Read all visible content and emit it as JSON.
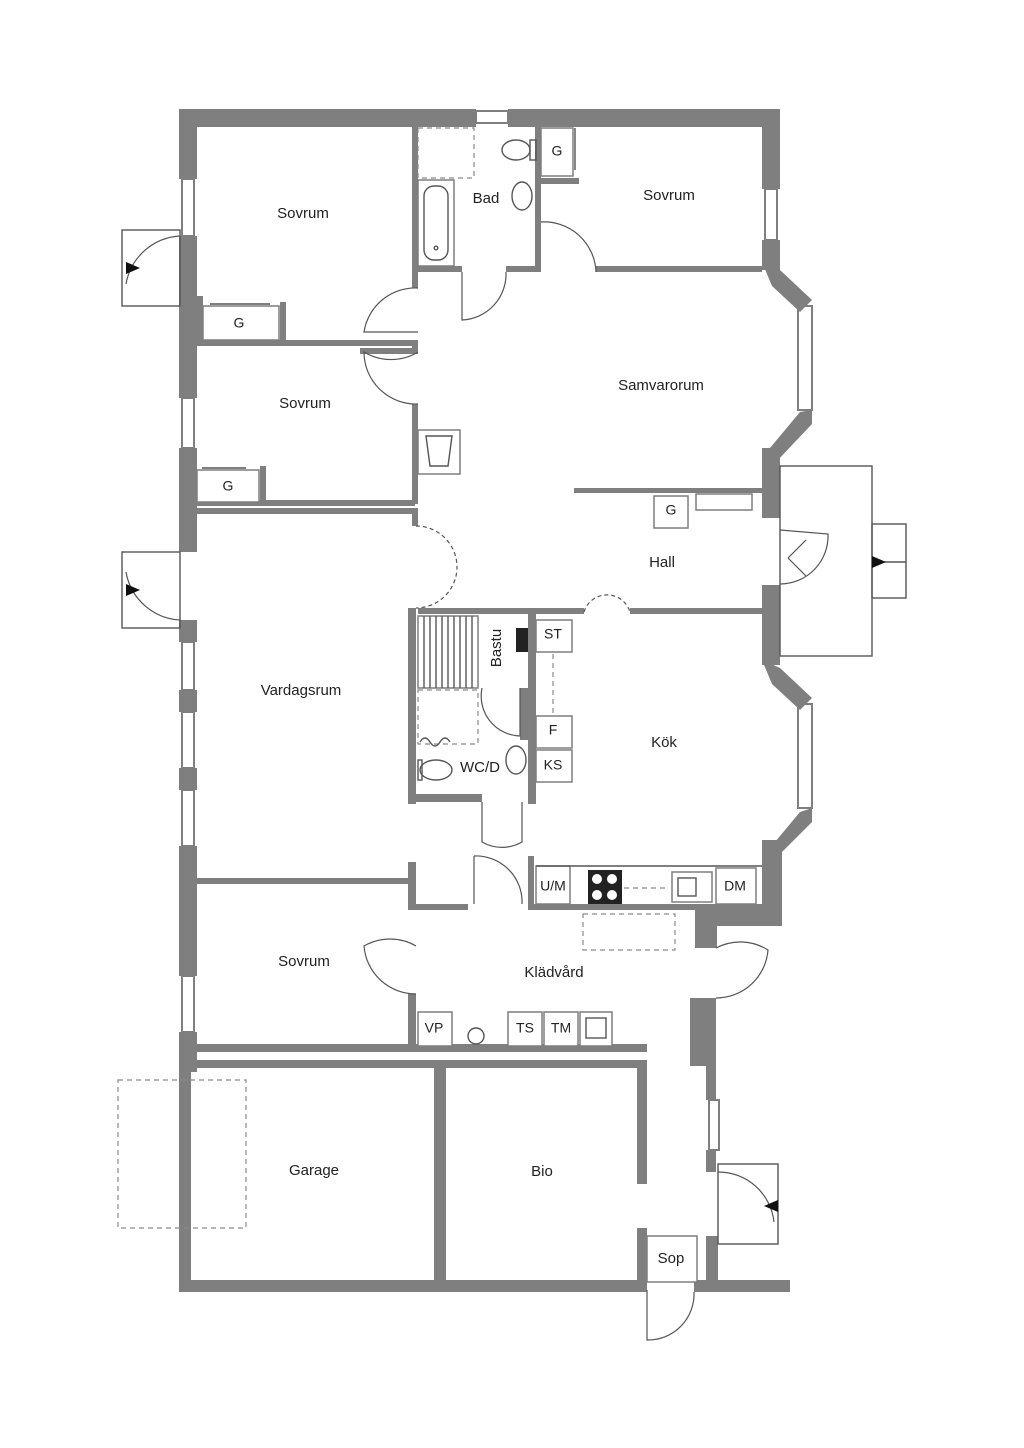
{
  "rooms": {
    "sovrum_1": "Sovrum",
    "sovrum_2": "Sovrum",
    "sovrum_3": "Sovrum",
    "sovrum_4": "Sovrum",
    "bad": "Bad",
    "samvarorum": "Samvarorum",
    "hall": "Hall",
    "vardagsrum": "Vardagsrum",
    "bastu": "Bastu",
    "wcd": "WC/D",
    "kok": "Kök",
    "kladvard": "Klädvård",
    "garage": "Garage",
    "bio": "Bio",
    "sop": "Sop"
  },
  "fixtures": {
    "g_1": "G",
    "g_2": "G",
    "g_3": "G",
    "g_4": "G",
    "st": "ST",
    "f": "F",
    "ks": "KS",
    "um": "U/M",
    "dm": "DM",
    "vp": "VP",
    "ts": "TS",
    "tm": "TM"
  }
}
